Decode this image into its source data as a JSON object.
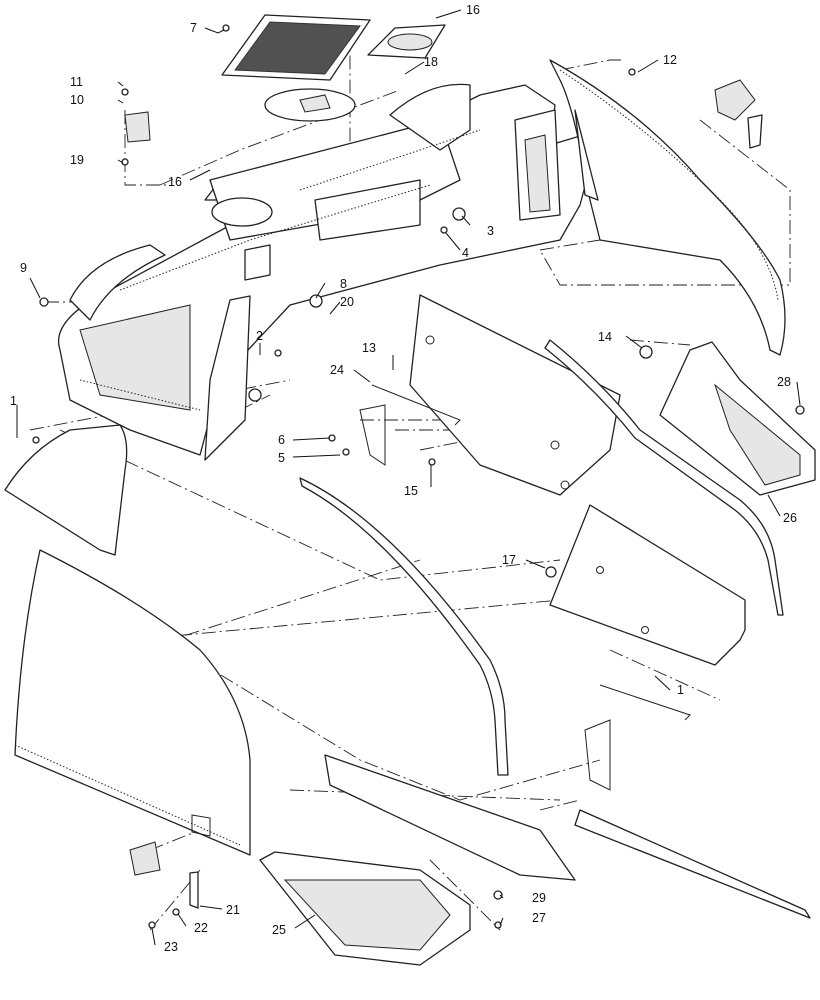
{
  "callouts": [
    {
      "id": "c1a",
      "text": "1"
    },
    {
      "id": "c1b",
      "text": "1"
    },
    {
      "id": "c2",
      "text": "2"
    },
    {
      "id": "c3",
      "text": "3"
    },
    {
      "id": "c4",
      "text": "4"
    },
    {
      "id": "c5",
      "text": "5"
    },
    {
      "id": "c6",
      "text": "6"
    },
    {
      "id": "c7",
      "text": "7"
    },
    {
      "id": "c8",
      "text": "8"
    },
    {
      "id": "c9",
      "text": "9"
    },
    {
      "id": "c10",
      "text": "10"
    },
    {
      "id": "c11",
      "text": "11"
    },
    {
      "id": "c12",
      "text": "12"
    },
    {
      "id": "c13",
      "text": "13"
    },
    {
      "id": "c14",
      "text": "14"
    },
    {
      "id": "c15",
      "text": "15"
    },
    {
      "id": "c16a",
      "text": "16"
    },
    {
      "id": "c16b",
      "text": "16"
    },
    {
      "id": "c17",
      "text": "17"
    },
    {
      "id": "c18",
      "text": "18"
    },
    {
      "id": "c19",
      "text": "19"
    },
    {
      "id": "c20",
      "text": "20"
    },
    {
      "id": "c21",
      "text": "21"
    },
    {
      "id": "c22",
      "text": "22"
    },
    {
      "id": "c23",
      "text": "23"
    },
    {
      "id": "c24",
      "text": "24"
    },
    {
      "id": "c25",
      "text": "25"
    },
    {
      "id": "c26",
      "text": "26"
    },
    {
      "id": "c27",
      "text": "27"
    },
    {
      "id": "c28",
      "text": "28"
    },
    {
      "id": "c29",
      "text": "29"
    }
  ]
}
